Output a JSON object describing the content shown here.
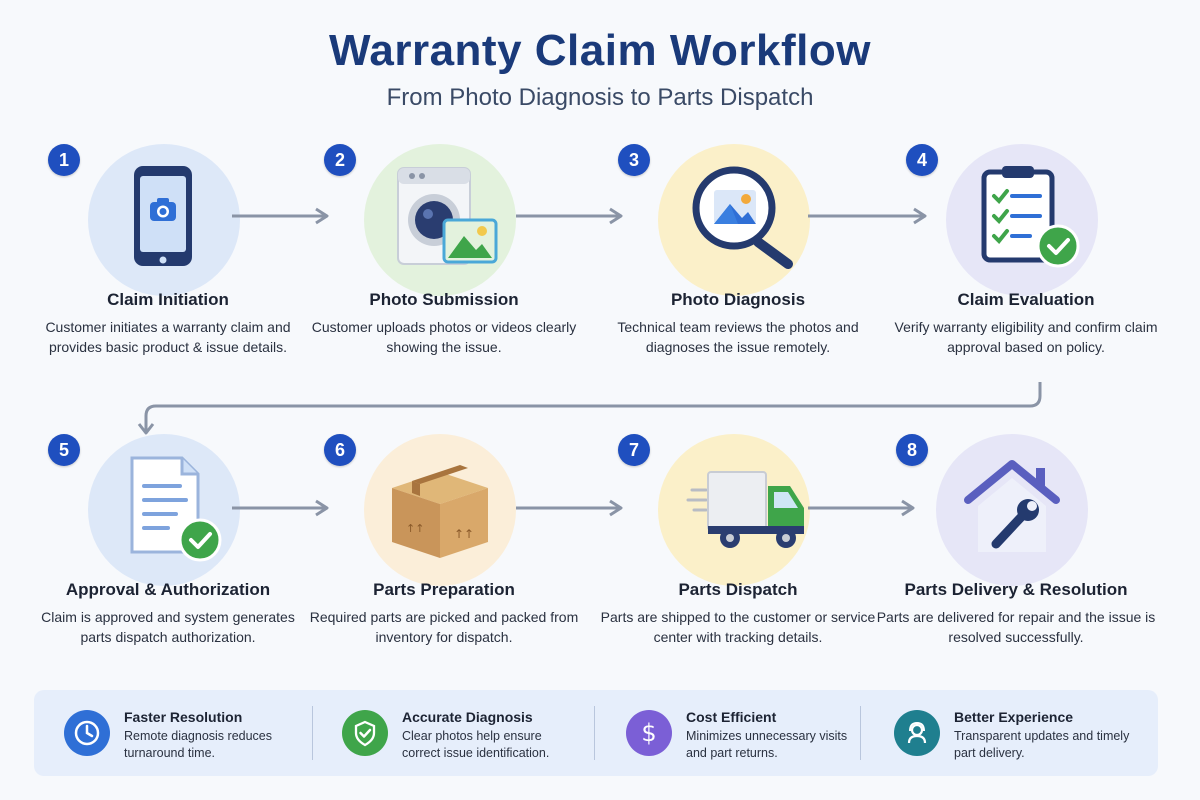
{
  "header": {
    "title": "Warranty Claim Workflow",
    "subtitle": "From Photo Diagnosis to Parts Dispatch"
  },
  "steps": [
    {
      "number": "1",
      "title": "Claim Initiation",
      "description": "Customer initiates a warranty claim and provides basic product & issue details.",
      "icon": "smartphone-camera-icon",
      "color": "#dde8f8"
    },
    {
      "number": "2",
      "title": "Photo Submission",
      "description": "Customer uploads photos or videos clearly showing the issue.",
      "icon": "washing-machine-photo-icon",
      "color": "#e3f2dd"
    },
    {
      "number": "3",
      "title": "Photo Diagnosis",
      "description": "Technical team reviews the photos and diagnoses the issue remotely.",
      "icon": "magnifier-image-icon",
      "color": "#fbf0c9"
    },
    {
      "number": "4",
      "title": "Claim Evaluation",
      "description": "Verify warranty eligibility and confirm claim approval based on policy.",
      "icon": "clipboard-check-icon",
      "color": "#e6e6f7"
    },
    {
      "number": "5",
      "title": "Approval & Authorization",
      "description": "Claim is approved and system generates parts dispatch authorization.",
      "icon": "document-check-icon",
      "color": "#dde8f8"
    },
    {
      "number": "6",
      "title": "Parts Preparation",
      "description": "Required parts are picked and packed from inventory for dispatch.",
      "icon": "package-box-icon",
      "color": "#fbeed9"
    },
    {
      "number": "7",
      "title": "Parts Dispatch",
      "description": "Parts are shipped to the customer or service center with tracking details.",
      "icon": "delivery-truck-icon",
      "color": "#fbf0c9"
    },
    {
      "number": "8",
      "title": "Parts Delivery & Resolution",
      "description": "Parts are delivered for repair and the issue is resolved successfully.",
      "icon": "house-wrench-icon",
      "color": "#e6e6f7"
    }
  ],
  "benefits": [
    {
      "title": "Faster Resolution",
      "description": "Remote diagnosis reduces turnaround time.",
      "icon": "clock-icon",
      "color": "#2f6fd6"
    },
    {
      "title": "Accurate Diagnosis",
      "description": "Clear photos help ensure correct issue identification.",
      "icon": "shield-check-icon",
      "color": "#3fa54a"
    },
    {
      "title": "Cost Efficient",
      "description": "Minimizes unnecessary visits and part returns.",
      "icon": "dollar-icon",
      "color": "#7b5fd6"
    },
    {
      "title": "Better Experience",
      "description": "Transparent updates and timely part delivery.",
      "icon": "support-agent-icon",
      "color": "#1f7f8f"
    }
  ],
  "colors": {
    "title": "#1a3a7a",
    "step_number": "#1f4fbf",
    "arrow": "#8a94a6",
    "benefit_bar": "#e6eefb"
  }
}
